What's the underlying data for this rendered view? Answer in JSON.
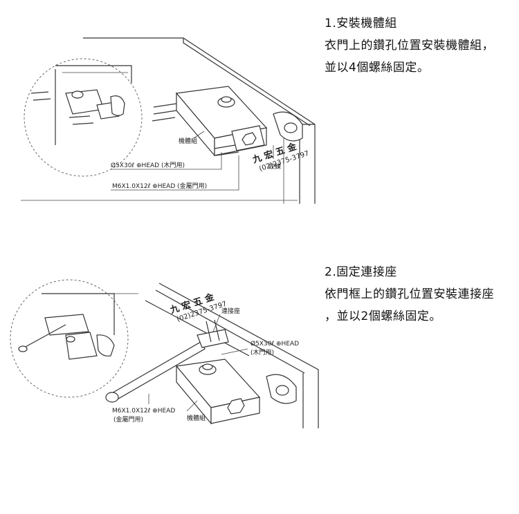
{
  "step1": {
    "heading": "1.安裝機體組",
    "line1": "衣門上的鑽孔位置安裝機體組，",
    "line2": "並以4個螺絲固定。",
    "labels": {
      "body": "機體組",
      "screw_wood": "Ø5X30ℓ ⊕HEAD (木門用)",
      "screw_metal": "M6X1.0X12ℓ ⊕HEAD (金屬門用)",
      "hinge": "鉸鍊",
      "brand": "九 宏 五 金",
      "phone": "(02)2375-3797"
    }
  },
  "step2": {
    "heading": "2.固定連接座",
    "line1": "依門框上的鑽孔位置安裝連接座",
    "line2": "，並以2個螺絲固定。",
    "labels": {
      "bracket": "連接座",
      "screw_wood_1": "Ø5X30ℓ ⊕HEAD",
      "screw_wood_2": "(木門用)",
      "screw_metal_1": "M6X1.0X12ℓ ⊕HEAD",
      "screw_metal_2": "(金屬門用)",
      "body": "機體組",
      "brand": "九 宏 五 金",
      "phone": "(02)2375-3797"
    }
  }
}
